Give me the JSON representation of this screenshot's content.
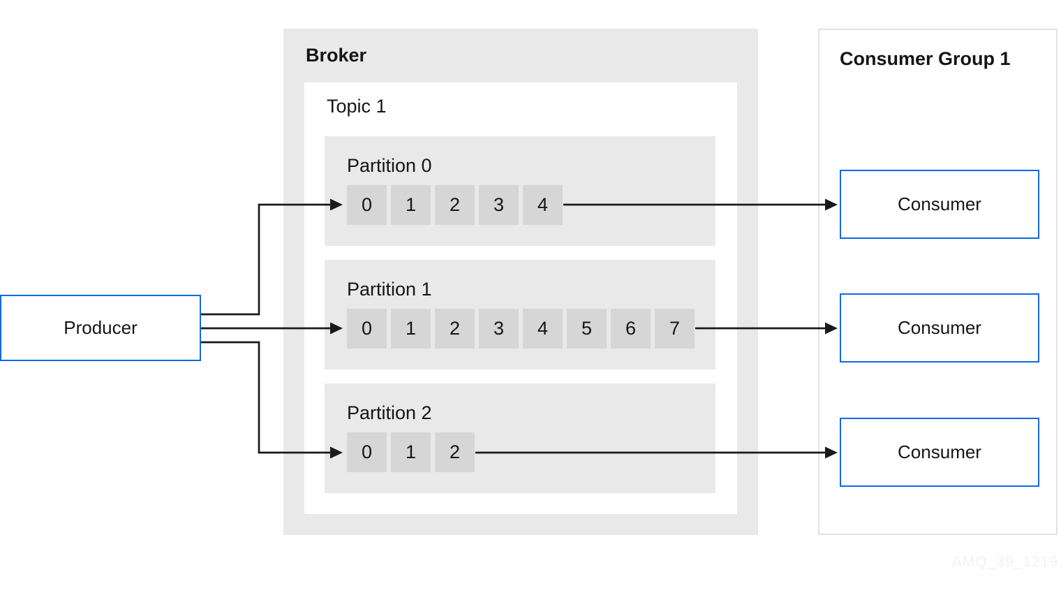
{
  "diagram": {
    "producer": {
      "label": "Producer"
    },
    "broker": {
      "label": "Broker",
      "topic": {
        "label": "Topic 1",
        "partitions": [
          {
            "label": "Partition 0",
            "cells": [
              "0",
              "1",
              "2",
              "3",
              "4"
            ]
          },
          {
            "label": "Partition 1",
            "cells": [
              "0",
              "1",
              "2",
              "3",
              "4",
              "5",
              "6",
              "7"
            ]
          },
          {
            "label": "Partition 2",
            "cells": [
              "0",
              "1",
              "2"
            ]
          }
        ]
      }
    },
    "consumer_group": {
      "label": "Consumer Group 1",
      "consumers": [
        {
          "label": "Consumer"
        },
        {
          "label": "Consumer"
        },
        {
          "label": "Consumer"
        }
      ]
    },
    "watermark": "AMQ_39_1219",
    "colors": {
      "accent_blue": "#1368e0",
      "panel_gray": "#e9e9e9",
      "cell_gray": "#d6d6d6",
      "group_border_gray": "#e2e2e2",
      "line_black": "#1a1a1a",
      "watermark_gray": "#f1f1f1"
    }
  }
}
